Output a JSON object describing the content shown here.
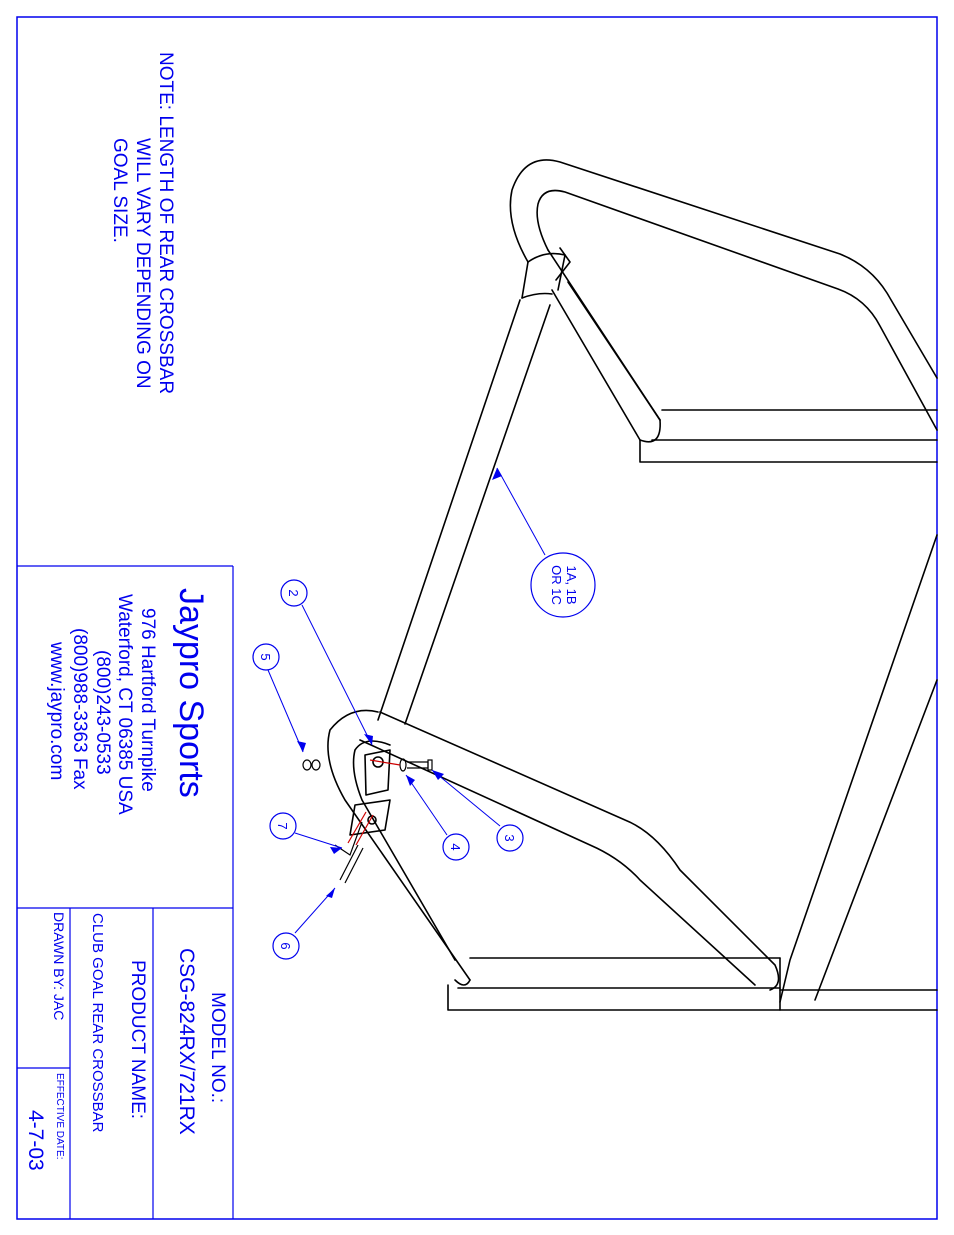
{
  "note": {
    "line1": "NOTE:  LENGTH OF REAR CROSSBAR",
    "line2": "WILL VARY DEPENDING ON",
    "line3": "GOAL SIZE."
  },
  "company": {
    "name": "Jaypro Sports",
    "address": "976 Hartford Turnpike",
    "city": "Waterford, CT 06385 USA",
    "phone": "(800)243-0533",
    "fax": "(800)988-3363 Fax",
    "web": "www.jaypro.com"
  },
  "title_block": {
    "model_label": "MODEL NO.:",
    "model_value": "CSG-824RX/721RX",
    "product_label": "PRODUCT NAME:",
    "product_value": "CLUB GOAL REAR CROSSBAR",
    "drawn_by": "DRAWN BY: JAC",
    "effective_label": "EFFECTIVE DATE:",
    "effective_value": "4-7-03"
  },
  "callouts": {
    "c1_l1": "1A, 1B",
    "c1_l2": "OR 1C",
    "c2": "2",
    "c3": "3",
    "c4": "4",
    "c5": "5",
    "c6": "6",
    "c7": "7"
  },
  "colors": {
    "annotation": "#0000ee",
    "linework": "#000000",
    "hardware_accent": "#cc0000"
  }
}
